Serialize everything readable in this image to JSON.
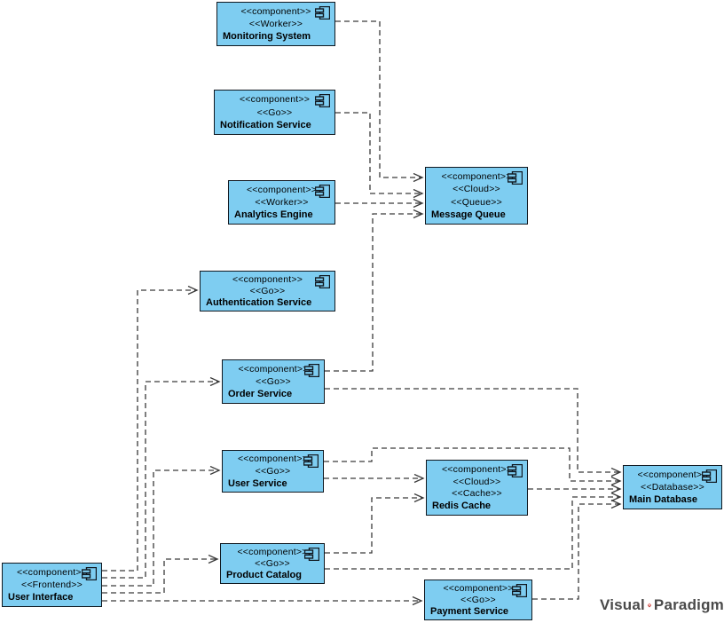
{
  "diagram": {
    "type": "uml-component-diagram",
    "components": [
      {
        "id": "monitoring-system",
        "stereotypes": [
          "<<component>>",
          "<<Worker>>"
        ],
        "name": "Monitoring System"
      },
      {
        "id": "notification-service",
        "stereotypes": [
          "<<component>>",
          "<<Go>>"
        ],
        "name": "Notification Service"
      },
      {
        "id": "analytics-engine",
        "stereotypes": [
          "<<component>>",
          "<<Worker>>"
        ],
        "name": "Analytics Engine"
      },
      {
        "id": "message-queue",
        "stereotypes": [
          "<<component>>",
          "<<Cloud>>",
          "<<Queue>>"
        ],
        "name": "Message Queue"
      },
      {
        "id": "authentication-service",
        "stereotypes": [
          "<<component>>",
          "<<Go>>"
        ],
        "name": "Authentication Service"
      },
      {
        "id": "order-service",
        "stereotypes": [
          "<<component>>",
          "<<Go>>"
        ],
        "name": "Order Service"
      },
      {
        "id": "user-service",
        "stereotypes": [
          "<<component>>",
          "<<Go>>"
        ],
        "name": "User Service"
      },
      {
        "id": "redis-cache",
        "stereotypes": [
          "<<component>>",
          "<<Cloud>>",
          "<<Cache>>"
        ],
        "name": "Redis Cache"
      },
      {
        "id": "main-database",
        "stereotypes": [
          "<<component>>",
          "<<Database>>"
        ],
        "name": "Main Database"
      },
      {
        "id": "product-catalog",
        "stereotypes": [
          "<<component>>",
          "<<Go>>"
        ],
        "name": "Product Catalog"
      },
      {
        "id": "user-interface",
        "stereotypes": [
          "<<component>>",
          "<<Frontend>>"
        ],
        "name": "User Interface"
      },
      {
        "id": "payment-service",
        "stereotypes": [
          "<<component>>",
          "<<Go>>"
        ],
        "name": "Payment Service"
      }
    ],
    "connections": [
      {
        "from": "Monitoring System",
        "to": "Message Queue",
        "style": "dashed-dependency"
      },
      {
        "from": "Notification Service",
        "to": "Message Queue",
        "style": "dashed-dependency"
      },
      {
        "from": "Analytics Engine",
        "to": "Message Queue",
        "style": "dashed-dependency"
      },
      {
        "from": "Order Service",
        "to": "Message Queue",
        "style": "dashed-dependency"
      },
      {
        "from": "User Interface",
        "to": "Authentication Service",
        "style": "dashed-dependency"
      },
      {
        "from": "User Interface",
        "to": "Order Service",
        "style": "dashed-dependency"
      },
      {
        "from": "User Interface",
        "to": "User Service",
        "style": "dashed-dependency"
      },
      {
        "from": "User Interface",
        "to": "Product Catalog",
        "style": "dashed-dependency"
      },
      {
        "from": "User Interface",
        "to": "Payment Service",
        "style": "dashed-dependency"
      },
      {
        "from": "Order Service",
        "to": "Main Database",
        "style": "dashed-dependency"
      },
      {
        "from": "User Service",
        "to": "Main Database",
        "style": "dashed-dependency"
      },
      {
        "from": "User Service",
        "to": "Redis Cache",
        "style": "dashed-dependency"
      },
      {
        "from": "Product Catalog",
        "to": "Redis Cache",
        "style": "dashed-dependency"
      },
      {
        "from": "Product Catalog",
        "to": "Main Database",
        "style": "dashed-dependency"
      },
      {
        "from": "Redis Cache",
        "to": "Main Database",
        "style": "dashed-dependency"
      },
      {
        "from": "Payment Service",
        "to": "Main Database",
        "style": "dashed-dependency"
      }
    ],
    "colors": {
      "component_fill": "#7ECDF1",
      "component_border": "#101820",
      "connector": "#3a3a3a",
      "logo_text": "#4a4a4a",
      "logo_diamond": "#D9423D"
    },
    "logo": {
      "word1": "Visual",
      "word2": "Paradigm"
    }
  }
}
